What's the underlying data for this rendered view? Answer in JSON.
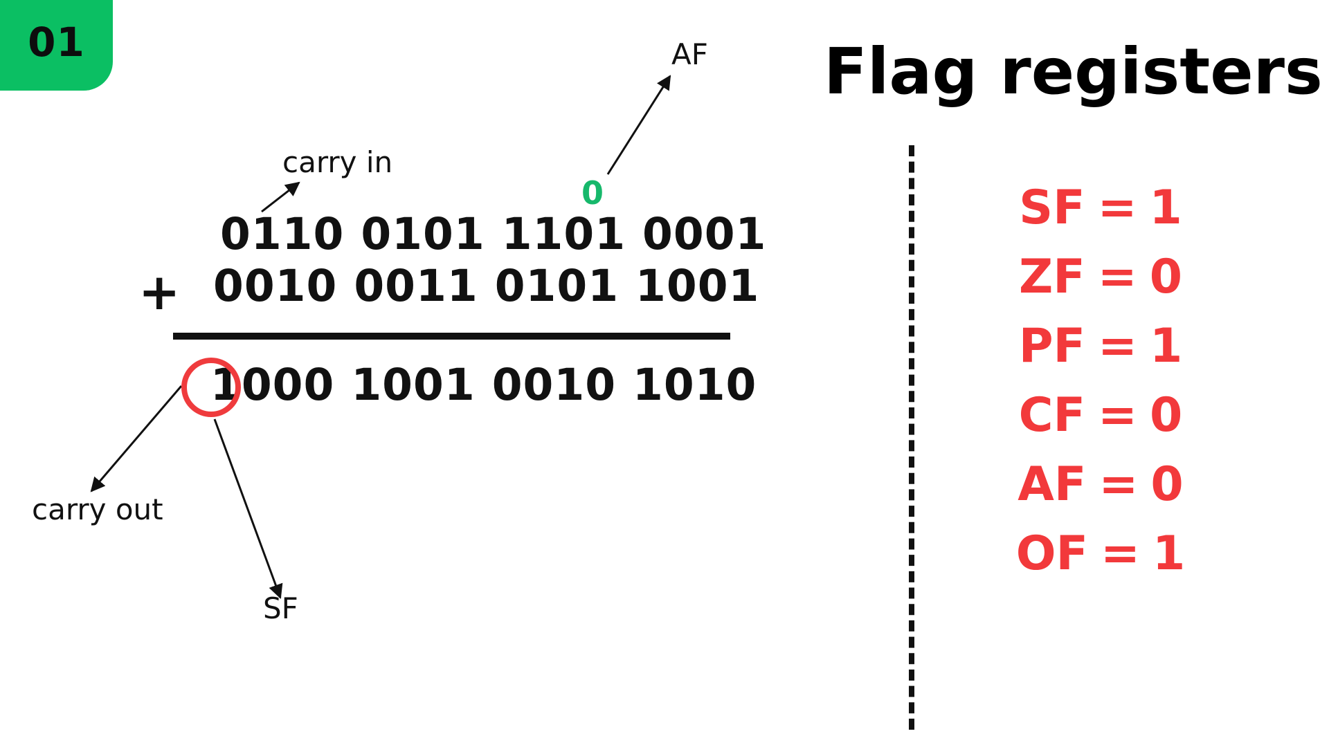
{
  "badge": {
    "text": "01",
    "color": "#0bbf63"
  },
  "title": "Flag registers",
  "addition": {
    "operand1": [
      "0110",
      "0101",
      "1101",
      "0001"
    ],
    "operator": "+",
    "operand2": [
      "0010",
      "0011",
      "0101",
      "1001"
    ],
    "result": [
      "1000",
      "1001",
      "0010",
      "1010"
    ],
    "af_carry_bit": "0"
  },
  "labels": {
    "carry_in": "carry in",
    "carry_out": "carry  out",
    "af": "AF",
    "sf": "SF"
  },
  "flags": [
    {
      "name": "SF",
      "eq": "=",
      "value": "1"
    },
    {
      "name": "ZF",
      "eq": "=",
      "value": "0"
    },
    {
      "name": "PF",
      "eq": "=",
      "value": "1"
    },
    {
      "name": "CF",
      "eq": "=",
      "value": "0"
    },
    {
      "name": "AF",
      "eq": "=",
      "value": "0"
    },
    {
      "name": "OF",
      "eq": "=",
      "value": "1"
    }
  ],
  "colors": {
    "flag_text": "#f2393b",
    "highlight_circle": "#ef3b3d",
    "af_carry": "#16b86b",
    "text": "#111111"
  }
}
